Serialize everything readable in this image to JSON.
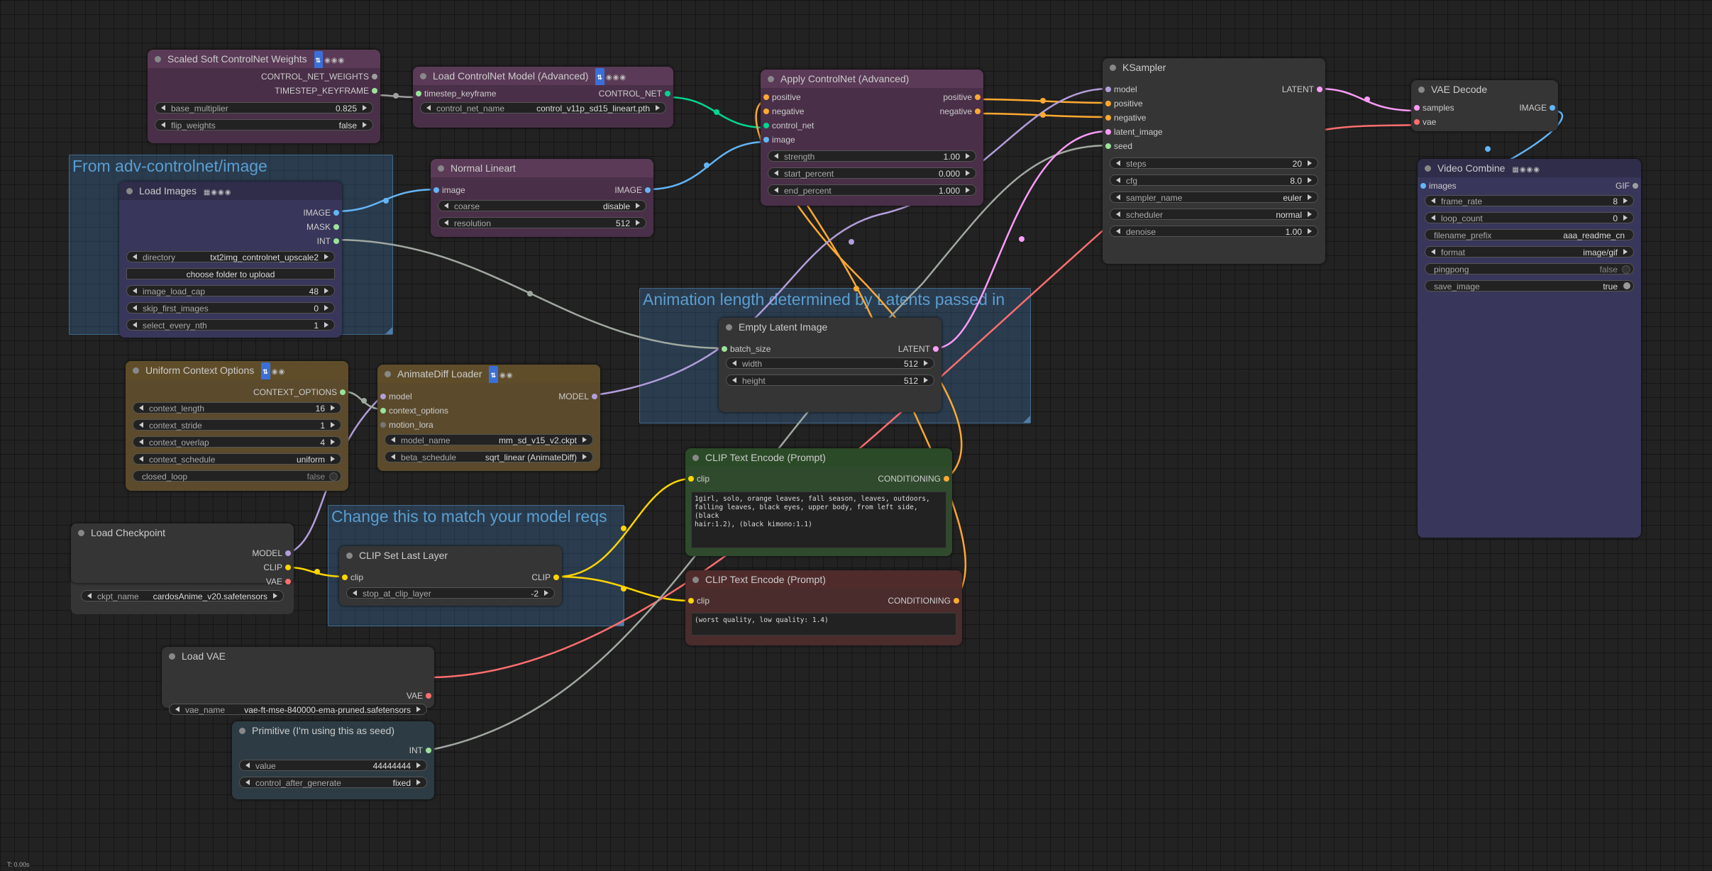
{
  "status": "T: 0.00s",
  "colors": {
    "model": "#b39ddb",
    "clip": "#ffd500",
    "vae": "#ff6e6e",
    "conditioning": "#ffa931",
    "latent": "#ff9cf9",
    "image": "#64b5f6",
    "int": "#9be29b",
    "control_net": "#00d68f",
    "timestep_kf": "#a1a1a1",
    "context": "#9be29b",
    "gray_link": "#a0a8a0"
  },
  "groups": {
    "adv_controlnet": "From adv-controlnet/image",
    "animation_length": "Animation length determined by Latents passed in",
    "change_model": "Change this to match your model reqs"
  },
  "nodes": {
    "scaled_soft": {
      "title": "Scaled Soft ControlNet Weights",
      "outputs": [
        "CONTROL_NET_WEIGHTS",
        "TIMESTEP_KEYFRAME"
      ],
      "widgets": [
        {
          "label": "base_multiplier",
          "value": "0.825"
        },
        {
          "label": "flip_weights",
          "value": "false"
        }
      ]
    },
    "load_controlnet": {
      "title": "Load ControlNet Model (Advanced)",
      "inputs": [
        "timestep_keyframe"
      ],
      "outputs": [
        "CONTROL_NET"
      ],
      "widgets": [
        {
          "label": "control_net_name",
          "value": "control_v11p_sd15_lineart.pth"
        }
      ]
    },
    "apply_controlnet": {
      "title": "Apply ControlNet (Advanced)",
      "inputs": [
        "positive",
        "negative",
        "control_net",
        "image"
      ],
      "outputs": [
        "positive",
        "negative"
      ],
      "widgets": [
        {
          "label": "strength",
          "value": "1.00"
        },
        {
          "label": "start_percent",
          "value": "0.000"
        },
        {
          "label": "end_percent",
          "value": "1.000"
        }
      ]
    },
    "ksampler": {
      "title": "KSampler",
      "inputs": [
        "model",
        "positive",
        "negative",
        "latent_image",
        "seed"
      ],
      "outputs": [
        "LATENT"
      ],
      "widgets": [
        {
          "label": "steps",
          "value": "20"
        },
        {
          "label": "cfg",
          "value": "8.0"
        },
        {
          "label": "sampler_name",
          "value": "euler"
        },
        {
          "label": "scheduler",
          "value": "normal"
        },
        {
          "label": "denoise",
          "value": "1.00"
        }
      ]
    },
    "vae_decode": {
      "title": "VAE Decode",
      "inputs": [
        "samples",
        "vae"
      ],
      "outputs": [
        "IMAGE"
      ]
    },
    "video_combine": {
      "title": "Video Combine",
      "inputs": [
        "images"
      ],
      "outputs": [
        "GIF"
      ],
      "widgets": [
        {
          "label": "frame_rate",
          "value": "8"
        },
        {
          "label": "loop_count",
          "value": "0"
        },
        {
          "label": "filename_prefix",
          "value": "aaa_readme_cn"
        },
        {
          "label": "format",
          "value": "image/gif"
        },
        {
          "label": "pingpong",
          "value": "false"
        },
        {
          "label": "save_image",
          "value": "true"
        }
      ]
    },
    "load_images": {
      "title": "Load Images",
      "outputs": [
        "IMAGE",
        "MASK",
        "INT"
      ],
      "widgets": [
        {
          "label": "directory",
          "value": "txt2img_controlnet_upscale2"
        },
        {
          "label": "image_load_cap",
          "value": "48"
        },
        {
          "label": "skip_first_images",
          "value": "0"
        },
        {
          "label": "select_every_nth",
          "value": "1"
        }
      ],
      "button": "choose folder to upload"
    },
    "normal_lineart": {
      "title": "Normal Lineart",
      "inputs": [
        "image"
      ],
      "outputs": [
        "IMAGE"
      ],
      "widgets": [
        {
          "label": "coarse",
          "value": "disable"
        },
        {
          "label": "resolution",
          "value": "512"
        }
      ]
    },
    "empty_latent": {
      "title": "Empty Latent Image",
      "inputs": [
        "batch_size"
      ],
      "outputs": [
        "LATENT"
      ],
      "widgets": [
        {
          "label": "width",
          "value": "512"
        },
        {
          "label": "height",
          "value": "512"
        }
      ]
    },
    "uniform_context": {
      "title": "Uniform Context Options",
      "outputs": [
        "CONTEXT_OPTIONS"
      ],
      "widgets": [
        {
          "label": "context_length",
          "value": "16"
        },
        {
          "label": "context_stride",
          "value": "1"
        },
        {
          "label": "context_overlap",
          "value": "4"
        },
        {
          "label": "context_schedule",
          "value": "uniform"
        },
        {
          "label": "closed_loop",
          "value": "false"
        }
      ]
    },
    "animatediff_loader": {
      "title": "AnimateDiff Loader",
      "inputs": [
        "model",
        "context_options",
        "motion_lora"
      ],
      "outputs": [
        "MODEL"
      ],
      "widgets": [
        {
          "label": "model_name",
          "value": "mm_sd_v15_v2.ckpt"
        },
        {
          "label": "beta_schedule",
          "value": "sqrt_linear (AnimateDiff)"
        }
      ]
    },
    "clip_pos": {
      "title": "CLIP Text Encode (Prompt)",
      "inputs": [
        "clip"
      ],
      "outputs": [
        "CONDITIONING"
      ],
      "text": "1girl, solo, orange leaves, fall season, leaves, outdoors,\nfalling leaves, black eyes, upper body, from left side, (black\nhair:1.2), (black kimono:1.1)"
    },
    "clip_neg": {
      "title": "CLIP Text Encode (Prompt)",
      "inputs": [
        "clip"
      ],
      "outputs": [
        "CONDITIONING"
      ],
      "text": "(worst quality, low quality: 1.4)"
    },
    "load_checkpoint": {
      "title": "Load Checkpoint",
      "outputs": [
        "MODEL",
        "CLIP",
        "VAE"
      ],
      "widgets": [
        {
          "label": "ckpt_name",
          "value": "cardosAnime_v20.safetensors"
        }
      ]
    },
    "clip_set_last": {
      "title": "CLIP Set Last Layer",
      "inputs": [
        "clip"
      ],
      "outputs": [
        "CLIP"
      ],
      "widgets": [
        {
          "label": "stop_at_clip_layer",
          "value": "-2"
        }
      ]
    },
    "load_vae": {
      "title": "Load VAE",
      "outputs": [
        "VAE"
      ],
      "widgets": [
        {
          "label": "vae_name",
          "value": "vae-ft-mse-840000-ema-pruned.safetensors"
        }
      ]
    },
    "primitive": {
      "title": "Primitive (I'm using this as seed)",
      "outputs": [
        "INT"
      ],
      "widgets": [
        {
          "label": "value",
          "value": "44444444"
        },
        {
          "label": "control_after_generate",
          "value": "fixed"
        }
      ]
    }
  }
}
